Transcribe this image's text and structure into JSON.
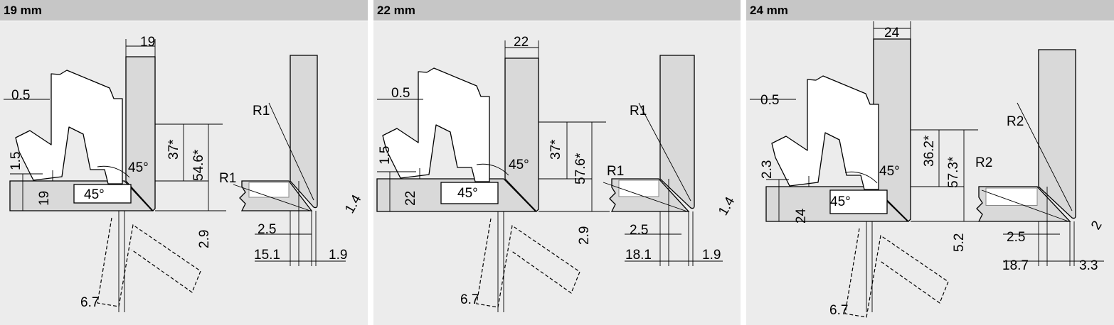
{
  "panels": [
    {
      "title": "19 mm",
      "labels": {
        "side_thickness": "19",
        "overlay_gap": "0.5",
        "height_a": "1.5",
        "door_thickness": "19",
        "angle_upper": "45°",
        "angle_lower": "45°",
        "dim_a": "37*",
        "dim_b": "54.6*",
        "dim_c": "2.9",
        "offset": "6.7",
        "radius_upper": "R1",
        "radius_lower": "R1",
        "gap": "1.4",
        "dim_d": "2.5",
        "dim_e": "15.1",
        "dim_f": "1.9"
      }
    },
    {
      "title": "22 mm",
      "labels": {
        "side_thickness": "22",
        "overlay_gap": "0.5",
        "height_a": "1.5",
        "door_thickness": "22",
        "angle_upper": "45°",
        "angle_lower": "45°",
        "dim_a": "37*",
        "dim_b": "57.6*",
        "dim_c": "2.9",
        "offset": "6.7",
        "radius_upper": "R1",
        "radius_lower": "R1",
        "gap": "1.4",
        "dim_d": "2.5",
        "dim_e": "18.1",
        "dim_f": "1.9"
      }
    },
    {
      "title": "24 mm",
      "labels": {
        "side_thickness": "24",
        "overlay_gap": "0.5",
        "height_a": "2.3",
        "door_thickness": "24",
        "angle_upper": "45°",
        "angle_lower": "45°",
        "dim_a": "36.2*",
        "dim_b": "57.3*",
        "dim_c": "5.2",
        "offset": "6.7",
        "radius_upper": "R2",
        "radius_lower": "R2",
        "gap": "2",
        "dim_d": "2.5",
        "dim_e": "18.7",
        "dim_f": "3.3"
      }
    }
  ]
}
